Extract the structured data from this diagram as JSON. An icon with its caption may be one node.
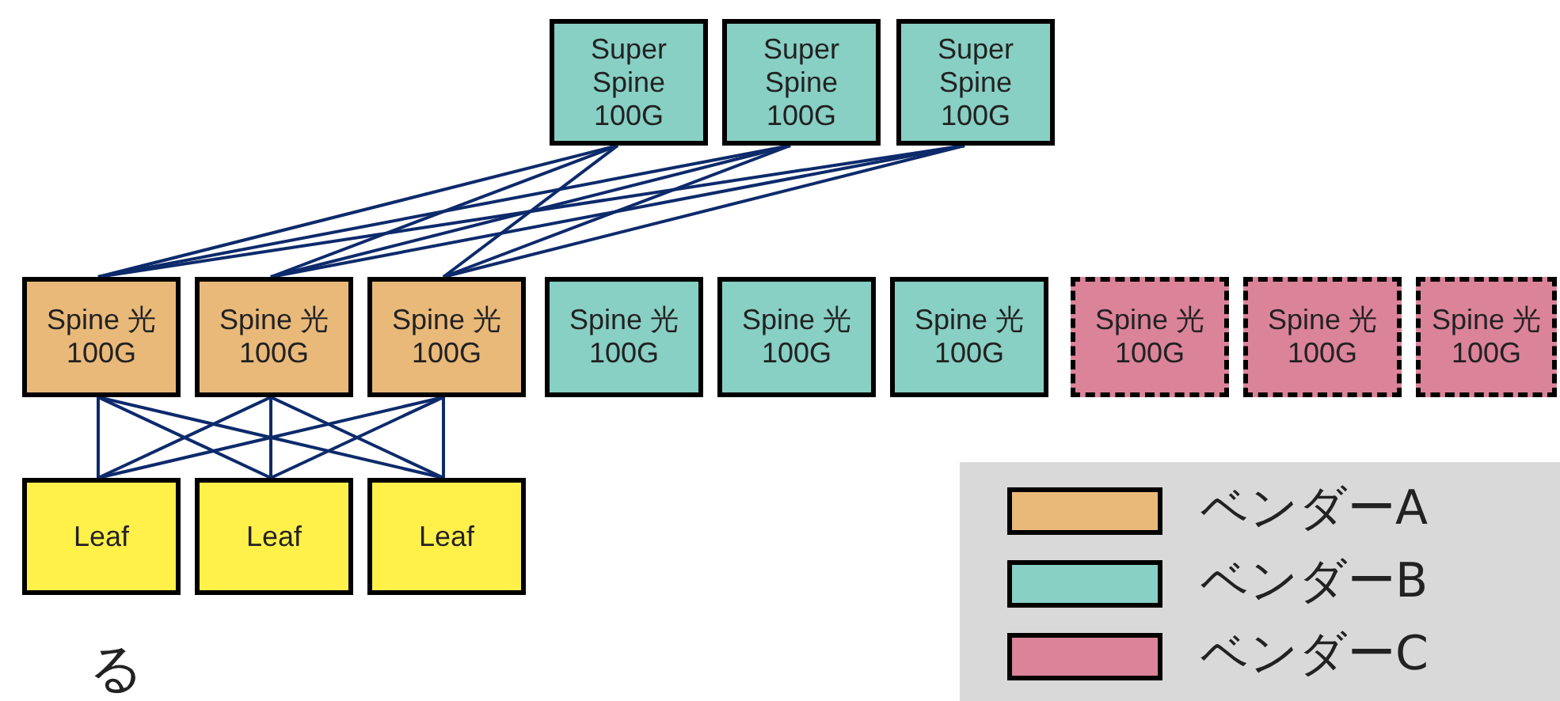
{
  "diagram": {
    "nodes": [
      {
        "text": [
          "Super Spine 100G"
        ]
      },
      {
        "text": [
          "Super Spine 100G"
        ]
      },
      {
        "text": [
          "Super Spine 100G"
        ]
      },
      {
        "text": [
          "Spine 光100G"
        ]
      },
      {
        "text": [
          "Spine 光100G"
        ]
      },
      {
        "text": [
          "Spine 光100G"
        ]
      },
      {
        "text": [
          "Spine 光100G"
        ]
      },
      {
        "text": [
          "Spine 光100G"
        ]
      },
      {
        "text": [
          "Spine 光100G"
        ]
      },
      {
        "text": [
          "Spine 光100G"
        ]
      },
      {
        "text": [
          "Spine 光100G"
        ]
      },
      {
        "text": [
          "Spine 光100G"
        ]
      },
      {
        "text": [
          "Leaf"
        ]
      },
      {
        "text": [
          "Leaf"
        ]
      },
      {
        "text": [
          "Leaf"
        ]
      }
    ],
    "edges": [
      {
        "from": 0,
        "to": 3,
        "arrow": "none"
      },
      {
        "from": 0,
        "to": 4,
        "arrow": "none"
      },
      {
        "from": 0,
        "to": 5,
        "arrow": "none"
      },
      {
        "from": 1,
        "to": 3,
        "arrow": "none"
      },
      {
        "from": 1,
        "to": 4,
        "arrow": "none"
      },
      {
        "from": 1,
        "to": 5,
        "arrow": "none"
      },
      {
        "from": 2,
        "to": 3,
        "arrow": "none"
      },
      {
        "from": 2,
        "to": 4,
        "arrow": "none"
      },
      {
        "from": 2,
        "to": 5,
        "arrow": "none"
      },
      {
        "from": 3,
        "to": 12,
        "arrow": "none"
      },
      {
        "from": 3,
        "to": 13,
        "arrow": "none"
      },
      {
        "from": 3,
        "to": 14,
        "arrow": "none"
      },
      {
        "from": 4,
        "to": 12,
        "arrow": "none"
      },
      {
        "from": 4,
        "to": 13,
        "arrow": "none"
      },
      {
        "from": 4,
        "to": 14,
        "arrow": "none"
      },
      {
        "from": 5,
        "to": 12,
        "arrow": "none"
      },
      {
        "from": 5,
        "to": 13,
        "arrow": "none"
      },
      {
        "from": 5,
        "to": 14,
        "arrow": "none"
      }
    ],
    "labels": [
      "る"
    ],
    "legend": [
      {
        "text": "ベンダーA",
        "color": "#e9b97a"
      },
      {
        "text": "ベンダーB",
        "color": "#88cfc4"
      },
      {
        "text": "ベンダーC",
        "color": "#db8399"
      }
    ]
  }
}
